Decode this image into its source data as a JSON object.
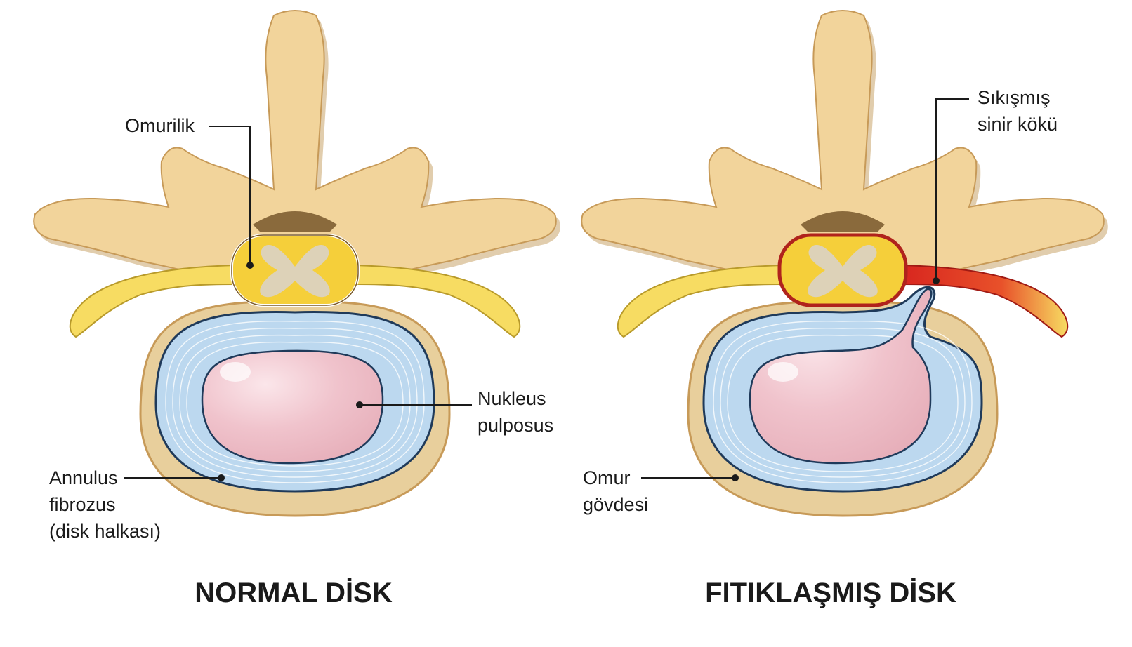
{
  "left_panel": {
    "title": "NORMAL DİSK",
    "labels": {
      "spinal_cord": "Omurilik",
      "nucleus": [
        "Nukleus",
        "pulposus"
      ],
      "annulus": [
        "Annulus",
        "fibrozus",
        "(disk halkası)"
      ]
    }
  },
  "right_panel": {
    "title": "FITIKLAŞMIŞ DİSK",
    "labels": {
      "nerve_root": [
        "Sıkışmış",
        "sinir kökü"
      ],
      "vertebral_body": [
        "Omur",
        "gövdesi"
      ]
    }
  },
  "colors": {
    "bone": "#f2d49b",
    "bone_shadow": "#c9a46a",
    "spinal_cord": "#f5cf3a",
    "grey_matter": "#ddd2b8",
    "nerve": "#f7dc62",
    "annulus": "#bcd8ef",
    "nucleus": "#f0c3cc",
    "compressed_nerve": "#d8261f"
  }
}
